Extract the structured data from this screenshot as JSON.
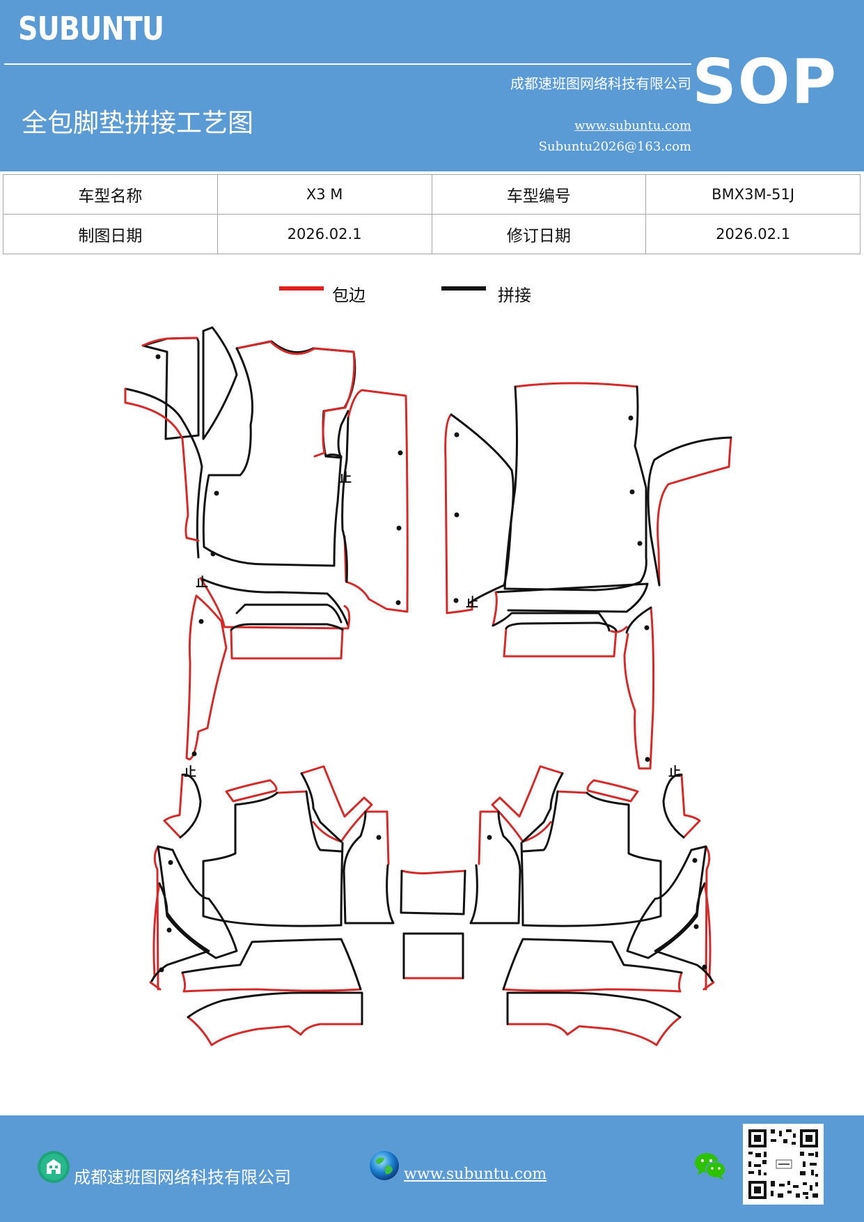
{
  "header": {
    "brand": "SUBUNTU",
    "badge": "SOP",
    "company": "成都速班图网络科技有限公司",
    "title": "全包脚垫拼接工艺图",
    "website": "www.subuntu.com",
    "email": "Subuntu2026@163.com"
  },
  "info_table": {
    "row1": {
      "label1": "车型名称",
      "value1": "X3 M",
      "label2": "车型编号",
      "value2": "BMX3M-51J"
    },
    "row2": {
      "label1": "制图日期",
      "value1": "2026.02.1",
      "label2": "修订日期",
      "value2": "2026.02.1"
    }
  },
  "legend": {
    "items": [
      {
        "label": "包边",
        "color": "#e02020"
      },
      {
        "label": "拼接",
        "color": "#111111"
      }
    ]
  },
  "diagram": {
    "marker_symbol": "止"
  },
  "footer": {
    "company": "成都速班图网络科技有限公司",
    "website": "www.subuntu.com",
    "icons": [
      "building-icon",
      "globe-icon",
      "wechat-icon",
      "qr-code"
    ]
  }
}
